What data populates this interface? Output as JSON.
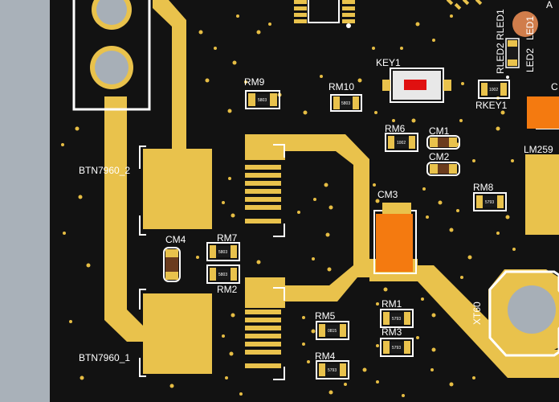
{
  "board": {
    "colors": {
      "background": "#a9b1b9",
      "board": "#121212",
      "copper": "#e9c24c",
      "silkscreen": "#ffffff",
      "drill": "#a7afb7",
      "capacitor": "#f47a10",
      "led": "#e01010",
      "via": "#e6bd44"
    },
    "labels": {
      "rm9": "RM9",
      "rm10": "RM10",
      "key1": "KEY1",
      "rkey1": "RKEY1",
      "rm6": "RM6",
      "cm1": "CM1",
      "cm2": "CM2",
      "cm3": "CM3",
      "cm4": "CM4",
      "rm7": "RM7",
      "rm2": "RM2",
      "rm8": "RM8",
      "rm5": "RM5",
      "rm4": "RM4",
      "rm1": "RM1",
      "rm3": "RM3",
      "btn2": "BTN7960_2",
      "btn1": "BTN7960_1",
      "lm259": "LM259",
      "xt60": "XT60",
      "rled2": "RLED2",
      "rled1": "RLED1",
      "led2": "LED2",
      "led1": "LED1",
      "c_partial": "C",
      "a_partial": "A"
    },
    "resistor_codes": {
      "rm9": "5803",
      "rm10": "5803",
      "rkey1": "1002",
      "rm6": "1002",
      "rm7": "5803",
      "rm2": "5803",
      "rm8": "5793",
      "rm5": "0815",
      "rm4": "5793",
      "rm1": "5793",
      "rm3": "5793"
    }
  }
}
